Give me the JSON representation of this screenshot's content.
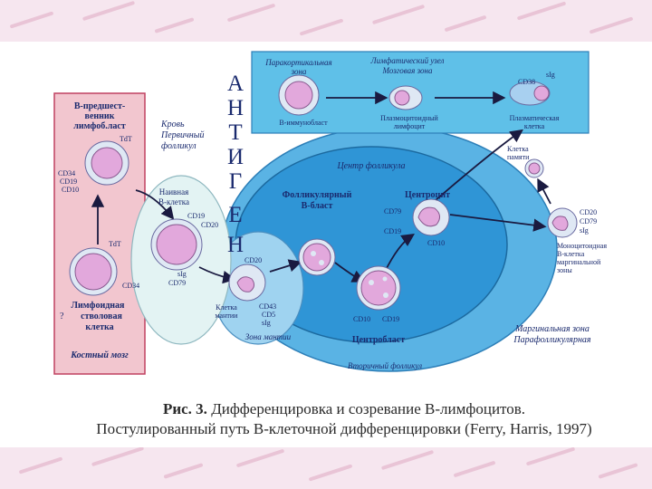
{
  "antigen_letters": [
    "А",
    "Н",
    "Т",
    "И",
    "Г",
    "Е",
    "Н"
  ],
  "regions": {
    "bone_marrow": "Костный мозг",
    "blood_primary": [
      "Кровь",
      "Первичный",
      "фолликул"
    ],
    "paracortical": [
      "Паракортикальная",
      "зона"
    ],
    "lymph_node": [
      "Лимфатический узел",
      "Мозговая зона"
    ],
    "follicle_center": "Центр фолликула",
    "mantle_zone": "Зона мантии",
    "secondary_follicle": "Вторичный фолликул",
    "marginal": [
      "Маргинальная зона",
      "Парафолликулярная"
    ]
  },
  "cells": {
    "pre_b_lymphoblast": [
      "В-предшест-",
      "венник",
      "лимфоб.ласт"
    ],
    "lymphoid_stem": [
      "Лимфоидная",
      "стволовая",
      "клетка"
    ],
    "question": "?",
    "naive_b": [
      "Наивная",
      "В-клетка"
    ],
    "mantle_cell": [
      "Клетка",
      "мантии"
    ],
    "follicular_blast": [
      "Фолликулярный",
      "В-бласт"
    ],
    "centrocyte": "Центроцит",
    "centroblast": "Центробласт",
    "memory_cell": [
      "Клетка",
      "памяти"
    ],
    "monocytoid": [
      "Моноцитоидная",
      "В-клетка",
      "маргинальной",
      "зоны"
    ],
    "immunoblast": "В-иммунобласт",
    "plasmacytoid": [
      "Плазмоцитоидный",
      "лимфоцит"
    ],
    "plasma_cell": [
      "Плазматическая",
      "клетка"
    ]
  },
  "markers": {
    "tdt_top": "TdT",
    "pre_b": [
      "CD34",
      "CD19",
      "CD10"
    ],
    "tdt_bottom": "TdT",
    "cd34_bottom": "CD34",
    "naive": [
      "CD19",
      "CD20",
      "sIg",
      "CD79"
    ],
    "mantle": [
      "CD20",
      "CD43",
      "CD5",
      "sIg"
    ],
    "centrocyte": [
      "CD79",
      "CD19",
      "CD10"
    ],
    "centroblast": [
      "CD10",
      "CD19"
    ],
    "plasma_top": [
      "CD38",
      "sIg"
    ],
    "monocytoid": [
      "CD20",
      "CD79",
      "sIg"
    ]
  },
  "caption": {
    "prefix": "Рис. 3.",
    "line1": " Дифференцировка и созревание В-лимфоцитов.",
    "line2": "Постулированный путь В-клеточной дифференцировки (Ferry, Harris, 1997)"
  },
  "colors": {
    "bone_marrow_bg": "#f2c6cf",
    "follicle_blue": "#5ab3e4",
    "follicle_center": "#2f95d6",
    "plasma_box": "#5fc0e8",
    "cell_pink": "#e2a8dc",
    "text_navy": "#1a2a6e"
  }
}
